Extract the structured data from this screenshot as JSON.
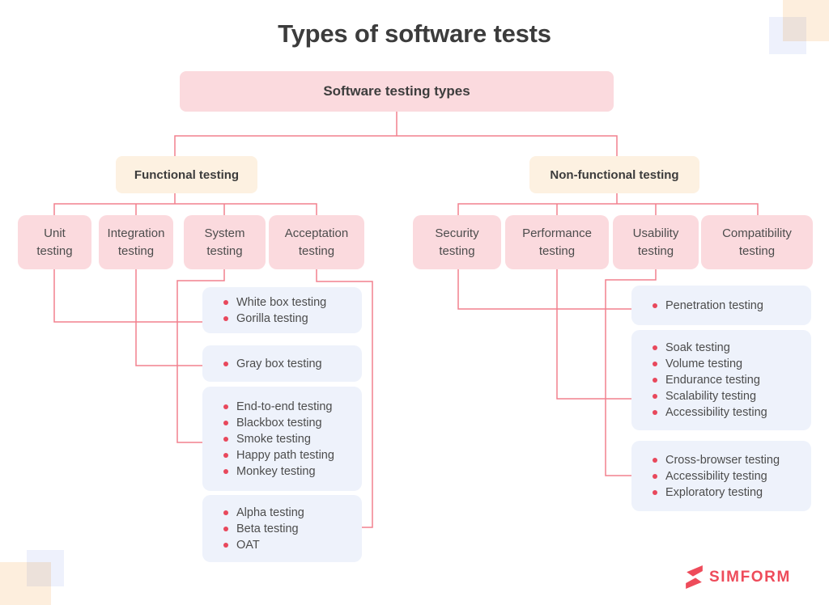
{
  "title": "Types of software tests",
  "root_label": "Software testing types",
  "functional": {
    "label": "Functional testing",
    "children": [
      {
        "label": "Unit\ntesting",
        "items": [
          "White box testing",
          "Gorilla testing"
        ]
      },
      {
        "label": "Integration\ntesting",
        "items": [
          "Gray box testing"
        ]
      },
      {
        "label": "System\ntesting",
        "items": [
          "End-to-end testing",
          "Blackbox testing",
          "Smoke testing",
          "Happy path testing",
          "Monkey testing"
        ]
      },
      {
        "label": "Acceptation\ntesting",
        "items": [
          "Alpha testing",
          "Beta testing",
          "OAT"
        ]
      }
    ]
  },
  "non_functional": {
    "label": "Non-functional testing",
    "children": [
      {
        "label": "Security\ntesting",
        "items": [
          "Penetration testing"
        ]
      },
      {
        "label": "Performance\ntesting",
        "items": [
          "Soak testing",
          "Volume testing",
          "Endurance testing",
          "Scalability testing",
          "Accessibility testing"
        ]
      },
      {
        "label": "Usability\ntesting",
        "items": [
          "Cross-browser testing",
          "Accessibility testing",
          "Exploratory testing"
        ]
      },
      {
        "label": "Compatibility\ntesting",
        "items": []
      }
    ]
  },
  "logo": {
    "text": "SIMFORM"
  },
  "colors": {
    "pink_node": "#fbdade",
    "cream_node": "#fdf1e1",
    "list_box": "#eef2fb",
    "connector": "#f2808e",
    "bullet": "#e8485c",
    "brand_red": "#ee4b5a",
    "decor_peach": "#fdeedd",
    "decor_blue": "#eef1fc"
  }
}
